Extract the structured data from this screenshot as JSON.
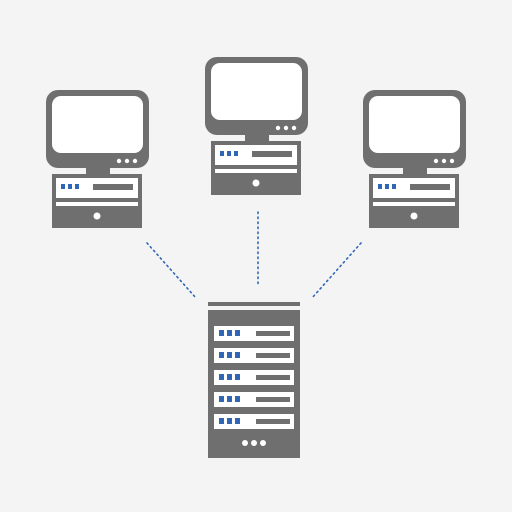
{
  "colors": {
    "background": "#f4f4f4",
    "device_gray": "#6f6f6f",
    "screen_white": "#ffffff",
    "led_blue": "#2f66b5",
    "link_blue": "#2f66b5"
  },
  "nodes": [
    {
      "id": "computer-left",
      "kind": "desktop-computer",
      "icon": "desktop-computer-icon"
    },
    {
      "id": "computer-center",
      "kind": "desktop-computer",
      "icon": "desktop-computer-icon"
    },
    {
      "id": "computer-right",
      "kind": "desktop-computer",
      "icon": "desktop-computer-icon"
    },
    {
      "id": "server-rack",
      "kind": "server",
      "icon": "server-rack-icon"
    }
  ],
  "edges": [
    {
      "from": "computer-left",
      "to": "server-rack",
      "style": "dotted"
    },
    {
      "from": "computer-center",
      "to": "server-rack",
      "style": "dotted"
    },
    {
      "from": "computer-right",
      "to": "server-rack",
      "style": "dotted"
    }
  ]
}
